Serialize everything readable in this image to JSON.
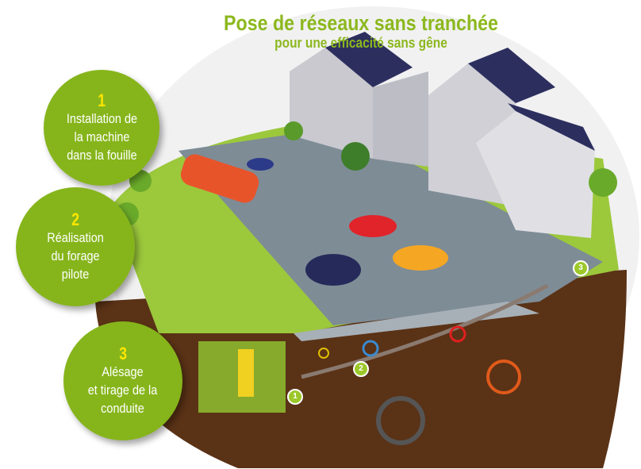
{
  "header": {
    "title": "Pose de réseaux sans tranchée",
    "subtitle": "pour une efficacité sans gêne"
  },
  "steps": [
    {
      "number": "1",
      "label": "Installation de\nla machine\ndans la fouille"
    },
    {
      "number": "2",
      "label": "Réalisation\ndu forage\npilote"
    },
    {
      "number": "3",
      "label": "Alésage\net tirage de la\nconduite"
    }
  ],
  "markers": [
    "1",
    "2",
    "3"
  ],
  "colors": {
    "accent": "#86b51b",
    "number": "#ffe600",
    "soil": "#5a3216",
    "road": "#8a96a0"
  }
}
